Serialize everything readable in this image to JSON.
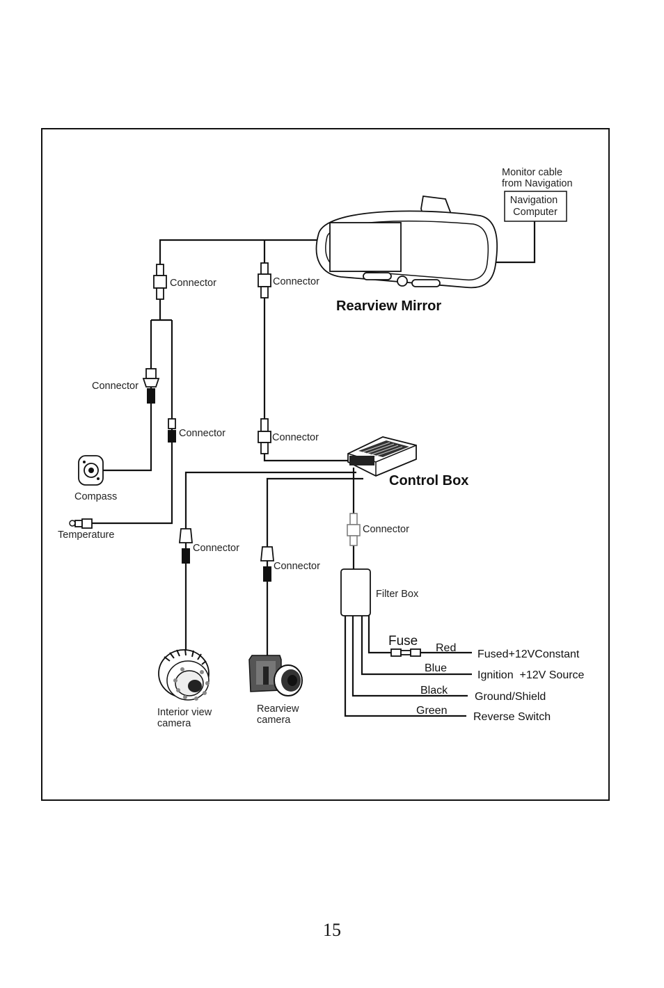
{
  "diagram": {
    "navigation_note": "Monitor cable\nfrom Navigation",
    "navigation_box": "Navigation\nComputer",
    "rearview_mirror": "Rearview Mirror",
    "control_box": "Control Box",
    "filter_box": "Filter Box",
    "fuse": "Fuse",
    "connector": "Connector",
    "compass": "Compass",
    "temperature": "Temperature",
    "interior_camera": "Interior view\ncamera",
    "rearview_camera": "Rearview\ncamera",
    "wires": [
      {
        "color": "Red",
        "function": "Fused+12VConstant"
      },
      {
        "color": "Blue",
        "function": "Ignition  +12V Source"
      },
      {
        "color": "Black",
        "function": "Ground/Shield"
      },
      {
        "color": "Green",
        "function": "Reverse Switch"
      }
    ]
  },
  "page_number": "15"
}
